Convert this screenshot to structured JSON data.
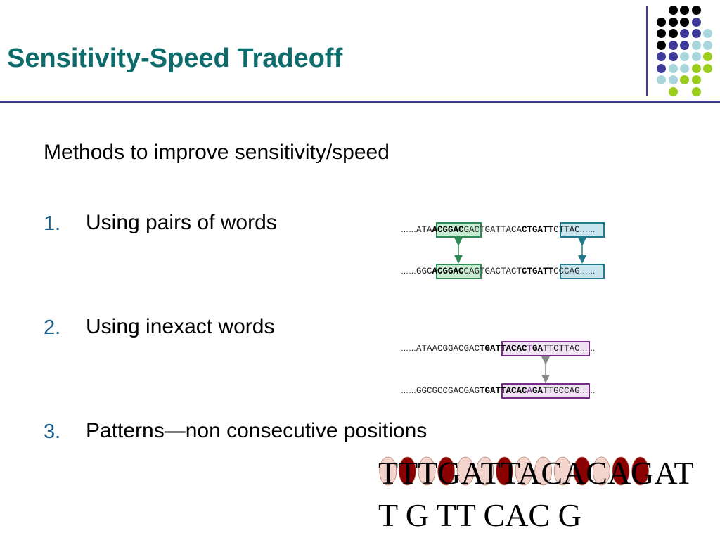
{
  "slide": {
    "title": "Sensitivity-Speed Tradeoff",
    "intro": "Methods to improve sensitivity/speed",
    "items": [
      {
        "number": "1.",
        "text": "Using pairs of words"
      },
      {
        "number": "2.",
        "text": "Using inexact words"
      },
      {
        "number": "3.",
        "text": "Patterns—non consecutive positions"
      }
    ]
  },
  "pairs_example": {
    "top": {
      "lead": "……",
      "pre": "ATA",
      "word1": "ACGGAC",
      "mid": "GACTGATTACA",
      "word2": "CTGATT",
      "post": "CTTAC",
      "trail": "……"
    },
    "bottom": {
      "lead": "……",
      "pre": "GGC",
      "word1": "ACGGAC",
      "mid": "CAGTGACTACT",
      "word2": "CTGATT",
      "post": "CCCAG",
      "trail": "……"
    }
  },
  "inexact_example": {
    "top": {
      "lead": "……",
      "pre": "ATAACGGACGAC",
      "w1": "TGATTACAC",
      "w2": "T",
      "w3": "GA",
      "post": "TTCTTAC",
      "trail": "……"
    },
    "bottom": {
      "lead": "……",
      "pre": "GGCGCCGACGAG",
      "w1": "TGATTACAC",
      "w2": "A",
      "w3": "GA",
      "post": "TTGCCAG",
      "trail": "……"
    }
  },
  "pattern_example": {
    "sequence": "TTTGATTACACAGAT",
    "pattern": "T G TT CAC G"
  },
  "colors": {
    "title": "#0e6b6b",
    "rule": "#3d3a8f",
    "number": "#1b5e8c",
    "green": "#2e8b57",
    "blue": "#1e7a8c",
    "purple": "#7a2a8c",
    "pattern_dark": "#8b0000",
    "pattern_light": "#f2d4cc"
  }
}
